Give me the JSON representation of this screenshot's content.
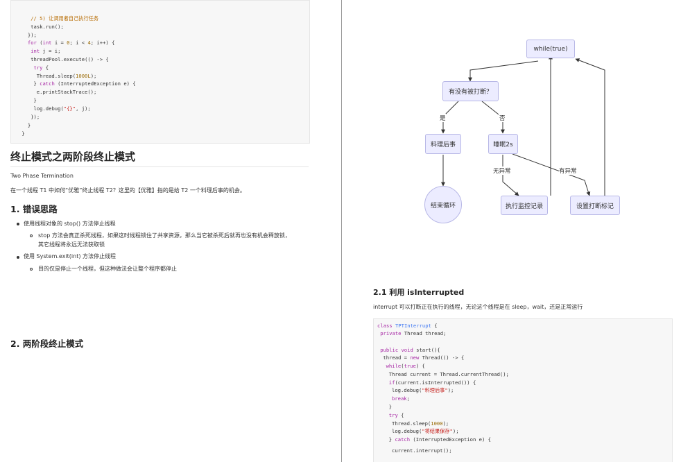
{
  "left_code": [
    [
      [
        "cm",
        "// 5) 让调用者自己执行任务"
      ]
    ],
    [
      [
        "",
        "task.run();"
      ]
    ],
    [
      [
        "",
        "});"
      ]
    ],
    [
      [
        "kw",
        "for"
      ],
      [
        "",
        " ("
      ],
      [
        "kw",
        "int"
      ],
      [
        "",
        " i = "
      ],
      [
        "nm",
        "0"
      ],
      [
        "",
        "; i < "
      ],
      [
        "nm",
        "4"
      ],
      [
        "",
        "; i++) {"
      ]
    ],
    [
      [
        "kw",
        "int"
      ],
      [
        "",
        " j = i;"
      ]
    ],
    [
      [
        "",
        "threadPool.execute(() -> {"
      ]
    ],
    [
      [
        "kw",
        "try"
      ],
      [
        "",
        " {"
      ]
    ],
    [
      [
        "",
        "Thread.sleep("
      ],
      [
        "nm",
        "1000L"
      ],
      [
        "",
        ");"
      ]
    ],
    [
      [
        "",
        "} "
      ],
      [
        "kw",
        "catch"
      ],
      [
        "",
        " (InterruptedException e) {"
      ]
    ],
    [
      [
        "",
        "e.printStackTrace();"
      ]
    ],
    [
      [
        "",
        "}"
      ]
    ],
    [
      [
        "",
        "log.debug("
      ],
      [
        "st",
        "\"{}\""
      ],
      [
        "",
        ", j);"
      ]
    ],
    [
      [
        "",
        "});"
      ]
    ],
    [
      [
        "",
        "}"
      ]
    ],
    [
      [
        "",
        "}"
      ]
    ]
  ],
  "heading_main": "终止模式之两阶段终止模式",
  "subtitle_en": "Two Phase Termination",
  "intro": "在一个线程 T1 中如何“优雅”终止线程 T2？这里的【优雅】指的是给 T2 一个料理后事的机会。",
  "section1": {
    "title": "1. 错误思路",
    "items": [
      {
        "text": "使用线程对象的 stop() 方法停止线程",
        "sub": [
          "stop 方法会真正杀死线程，如果这时线程锁住了共享资源，那么当它被杀死后就再也没有机会释放锁，",
          "其它线程将永远无法获取锁"
        ]
      },
      {
        "text": "使用 System.exit(int) 方法停止线程",
        "sub": [
          "目的仅是停止一个线程，但这种做法会让整个程序都停止"
        ]
      }
    ]
  },
  "section2_title": "2. 两阶段终止模式",
  "flowchart": {
    "nodes": {
      "loop": "while(true)",
      "check": "有没有被打断？",
      "cleanup": "料理后事",
      "sleep": "睡眠2s",
      "end": "结束循环",
      "monitor": "执行监控记录",
      "setflag": "设置打断标记"
    },
    "edges": {
      "yes": "是",
      "no": "否",
      "no_exception": "无异常",
      "exception": "有异常"
    }
  },
  "section21_title": "2.1 利用 isInterrupted",
  "section21_desc": "interrupt 可以打断正在执行的线程，无论这个线程是在 sleep，wait，还是正常运行",
  "right_code": [
    [
      [
        "kw",
        "class"
      ],
      [
        "",
        " "
      ],
      [
        "ty",
        "TPTInterrupt"
      ],
      [
        "",
        " {"
      ]
    ],
    [
      [
        "kw",
        "private"
      ],
      [
        "",
        " Thread thread;"
      ]
    ],
    [
      [
        "",
        ""
      ]
    ],
    [
      [
        "kw",
        "public"
      ],
      [
        "",
        " "
      ],
      [
        "kw",
        "void"
      ],
      [
        "",
        " start(){"
      ]
    ],
    [
      [
        "",
        "thread = "
      ],
      [
        "kw",
        "new"
      ],
      [
        "",
        " Thread(() -> {"
      ]
    ],
    [
      [
        "kw",
        "while"
      ],
      [
        "",
        "("
      ],
      [
        "kw",
        "true"
      ],
      [
        "",
        ") {"
      ]
    ],
    [
      [
        "",
        "Thread current = Thread.currentThread();"
      ]
    ],
    [
      [
        "kw",
        "if"
      ],
      [
        "",
        "(current.isInterrupted()) {"
      ]
    ],
    [
      [
        "",
        "log.debug("
      ],
      [
        "st",
        "\"料理后事\""
      ],
      [
        "",
        ");"
      ]
    ],
    [
      [
        "kw",
        "break"
      ],
      [
        "",
        ";"
      ]
    ],
    [
      [
        "",
        "}"
      ]
    ],
    [
      [
        "kw",
        "try"
      ],
      [
        "",
        " {"
      ]
    ],
    [
      [
        "",
        "Thread.sleep("
      ],
      [
        "nm",
        "1000"
      ],
      [
        "",
        ");"
      ]
    ],
    [
      [
        "",
        "log.debug("
      ],
      [
        "st",
        "\"将结果保存\""
      ],
      [
        "",
        ");"
      ]
    ],
    [
      [
        "",
        "} "
      ],
      [
        "kw",
        "catch"
      ],
      [
        "",
        " (InterruptedException e) {"
      ]
    ],
    [
      [
        "",
        "current.interrupt();"
      ]
    ]
  ]
}
